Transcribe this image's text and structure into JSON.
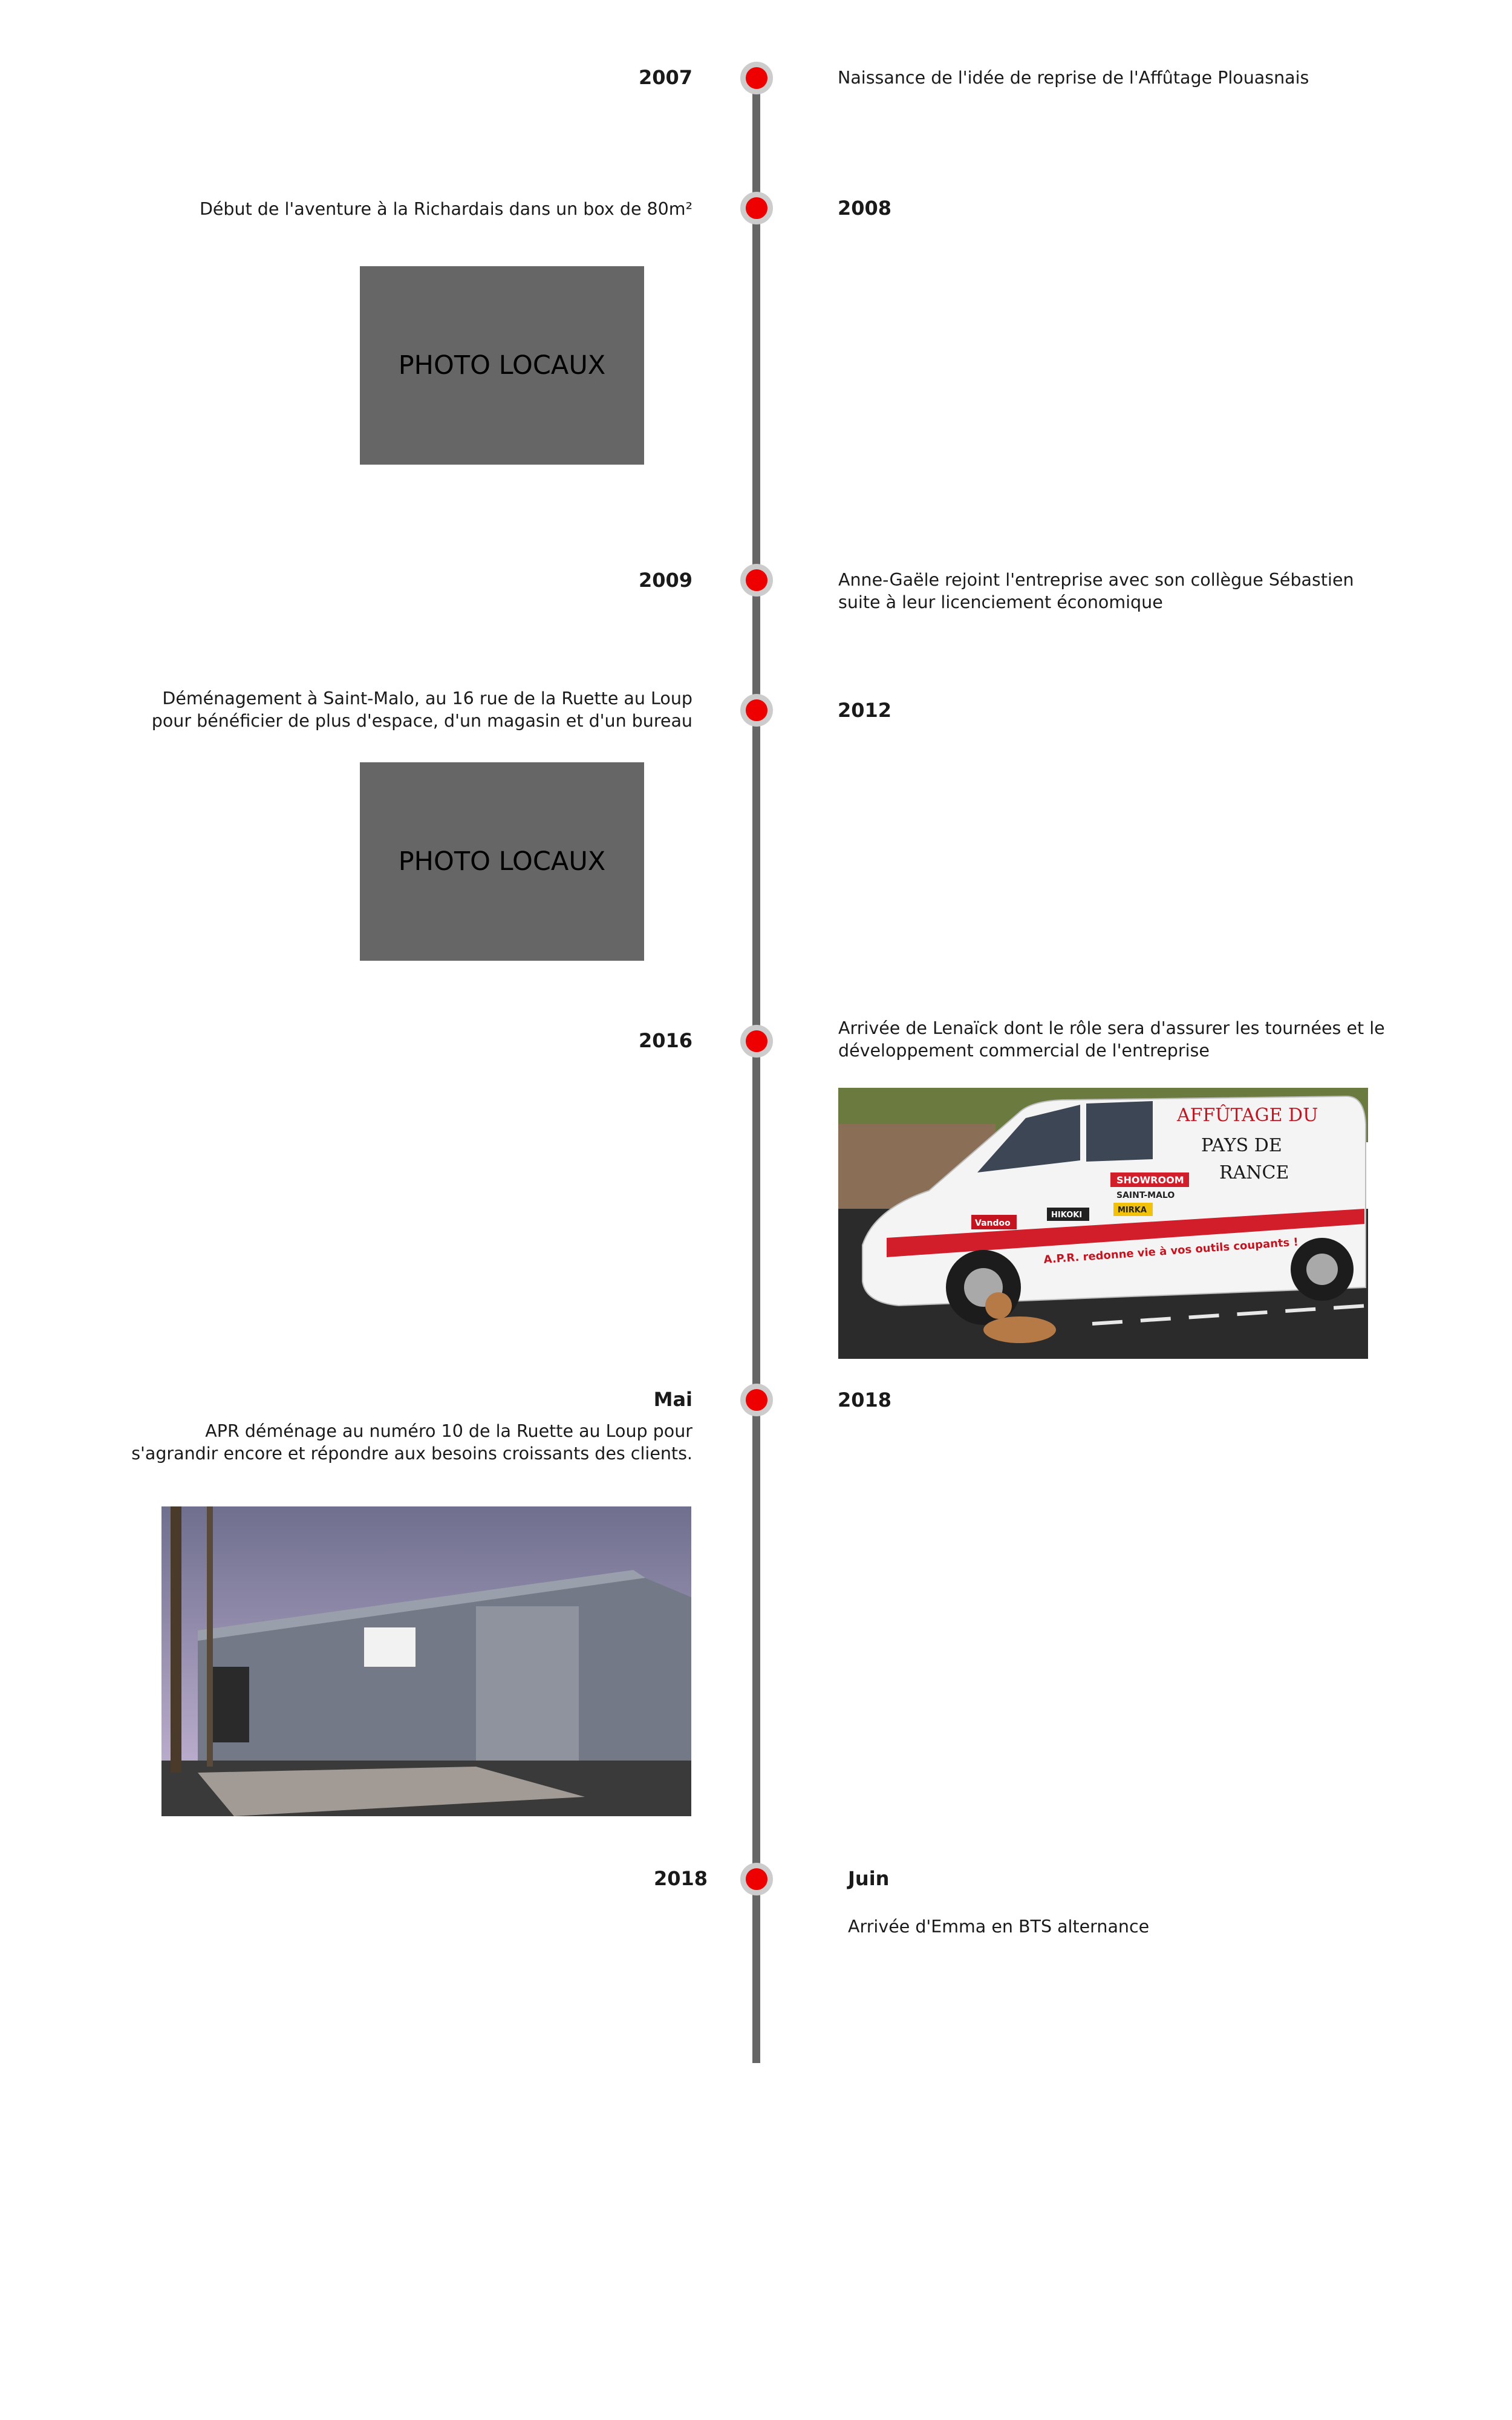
{
  "timeline": {
    "entries": [
      {
        "year": "2007",
        "text": "Naissance de l'idée de reprise de l'Affûtage Plouasnais"
      },
      {
        "year": "2008",
        "text": "Début de l'aventure à la Richardais dans un box de 80m²",
        "photo_label": "PHOTO LOCAUX"
      },
      {
        "year": "2009",
        "lines": [
          "Anne-Gaële rejoint l'entreprise avec son collègue Sébastien",
          "suite à leur licenciement économique"
        ]
      },
      {
        "year": "2012",
        "lines": [
          "Déménagement à Saint-Malo, au 16 rue de la Ruette au Loup",
          "pour bénéficier de plus d'espace, d'un magasin et d'un bureau"
        ],
        "photo_label": "PHOTO LOCAUX"
      },
      {
        "year": "2016",
        "lines": [
          "Arrivée de Lenaïck dont le rôle sera d'assurer les tournées et le",
          "développement commercial de l'entreprise"
        ],
        "van": {
          "brand_lines": [
            "AFFÛTAGE DU",
            "PAYS DE",
            "RANCE"
          ],
          "showroom": "SHOWROOM",
          "city": "SAINT-MALO",
          "slogan": "A.P.R. redonne vie à vos outils coupants !",
          "logos": [
            "Vandoo",
            "HIKOKI",
            "MIRKA"
          ]
        }
      },
      {
        "month": "Mai",
        "year": "2018",
        "lines": [
          "APR déménage au numéro 10 de la Ruette au Loup pour",
          "s'agrandir encore et répondre aux besoins croissants des clients."
        ]
      },
      {
        "year": "2018",
        "month": "Juin",
        "text": "Arrivée d'Emma en BTS alternance"
      }
    ]
  },
  "colors": {
    "accent_dot": "#ee0000",
    "dot_ring": "#cccccc",
    "line": "#666666",
    "placeholder": "#666666"
  }
}
